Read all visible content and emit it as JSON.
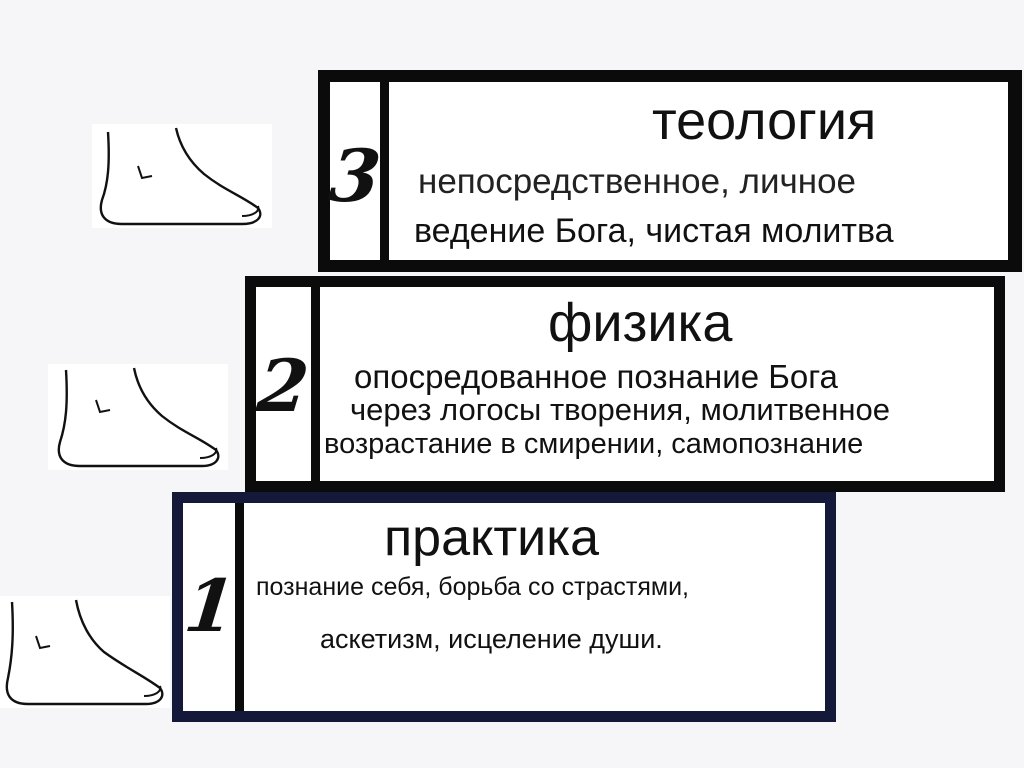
{
  "levels": [
    {
      "number": "3",
      "title": "теология",
      "lines": [
        "непосредственное, личное",
        "ведение Бога, чистая молитва"
      ]
    },
    {
      "number": "2",
      "title": "физика",
      "lines": [
        "опосредованное познание Бога",
        "через логосы творения, молитвенное",
        "возрастание в смирении, самопознание"
      ]
    },
    {
      "number": "1",
      "title": "практика",
      "lines": [
        "познание себя, борьба со страстями,",
        "аскетизм, исцеление души."
      ]
    }
  ],
  "icons": {
    "foot": "foot-icon"
  },
  "colors": {
    "stroke": "#0b0b0b",
    "step1_border": "#14193a",
    "background": "#f6f5f7"
  }
}
